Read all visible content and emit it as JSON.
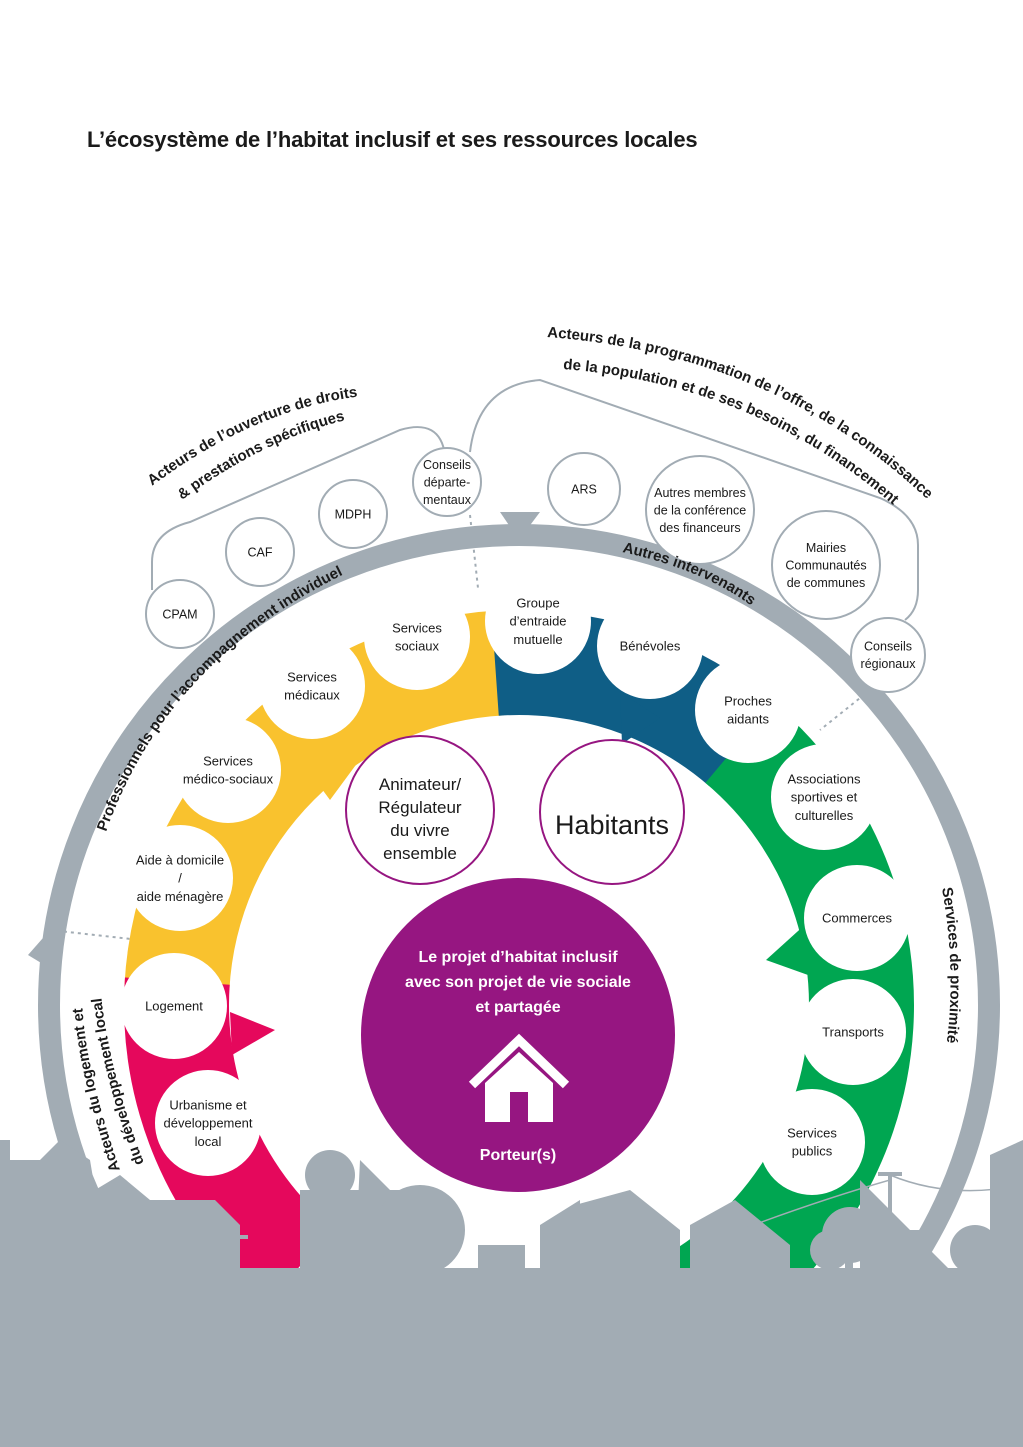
{
  "title": "L’écosystème de l’habitat inclusif et ses ressources locales",
  "colors": {
    "grey": "#a2acb4",
    "yellow": "#f9c22e",
    "blue": "#0f5e86",
    "green": "#00a651",
    "pink": "#e5085c",
    "purple": "#961681"
  },
  "arc_labels": {
    "ouverture_line1": "Acteurs de l’ouverture de droits",
    "ouverture_line2": "& prestations spécifiques",
    "programmation_line1": "Acteurs de la programmation de l’offre, de la connaissance",
    "programmation_line2": "de la population et de ses besoins, du financement",
    "autres_intervenants": "Autres intervenants",
    "professionnels": "Professionnels pour l’accompagnement individuel",
    "logement_line1": "Acteurs du logement et",
    "logement_line2": "du développement local",
    "proximite": "Services de proximité"
  },
  "outer_nodes": [
    {
      "lines": [
        "CPAM"
      ]
    },
    {
      "lines": [
        "CAF"
      ]
    },
    {
      "lines": [
        "MDPH"
      ]
    },
    {
      "lines": [
        "Conseils",
        "départe-",
        "mentaux"
      ]
    },
    {
      "lines": [
        "ARS"
      ]
    },
    {
      "lines": [
        "Autres membres",
        "de la conférence",
        "des financeurs"
      ]
    },
    {
      "lines": [
        "Mairies",
        "Communautés",
        "de communes"
      ]
    },
    {
      "lines": [
        "Conseils",
        "régionaux"
      ]
    }
  ],
  "yellow_nodes": [
    {
      "lines": [
        "Aide à domicile",
        "/",
        "aide ménagère"
      ]
    },
    {
      "lines": [
        "Services",
        "médico-sociaux"
      ]
    },
    {
      "lines": [
        "Services",
        "médicaux"
      ]
    },
    {
      "lines": [
        "Services",
        "sociaux"
      ]
    }
  ],
  "blue_nodes": [
    {
      "lines": [
        "Groupe",
        "d’entraide",
        "mutuelle"
      ]
    },
    {
      "lines": [
        "Bénévoles"
      ]
    },
    {
      "lines": [
        "Proches",
        "aidants"
      ]
    }
  ],
  "green_nodes": [
    {
      "lines": [
        "Associations",
        "sportives et",
        "culturelles"
      ]
    },
    {
      "lines": [
        "Commerces"
      ]
    },
    {
      "lines": [
        "Transports"
      ]
    },
    {
      "lines": [
        "Services",
        "publics"
      ]
    }
  ],
  "pink_nodes": [
    {
      "lines": [
        "Logement"
      ]
    },
    {
      "lines": [
        "Urbanisme et",
        "développement",
        "local"
      ]
    }
  ],
  "animateur": {
    "lines": [
      "Animateur/",
      "Régulateur",
      "du vivre",
      "ensemble"
    ]
  },
  "habitants": "Habitants",
  "project": {
    "lines": [
      "Le projet d’habitat inclusif",
      "avec son projet de vie sociale",
      "et partagée"
    ]
  },
  "porteur": "Porteur(s)"
}
